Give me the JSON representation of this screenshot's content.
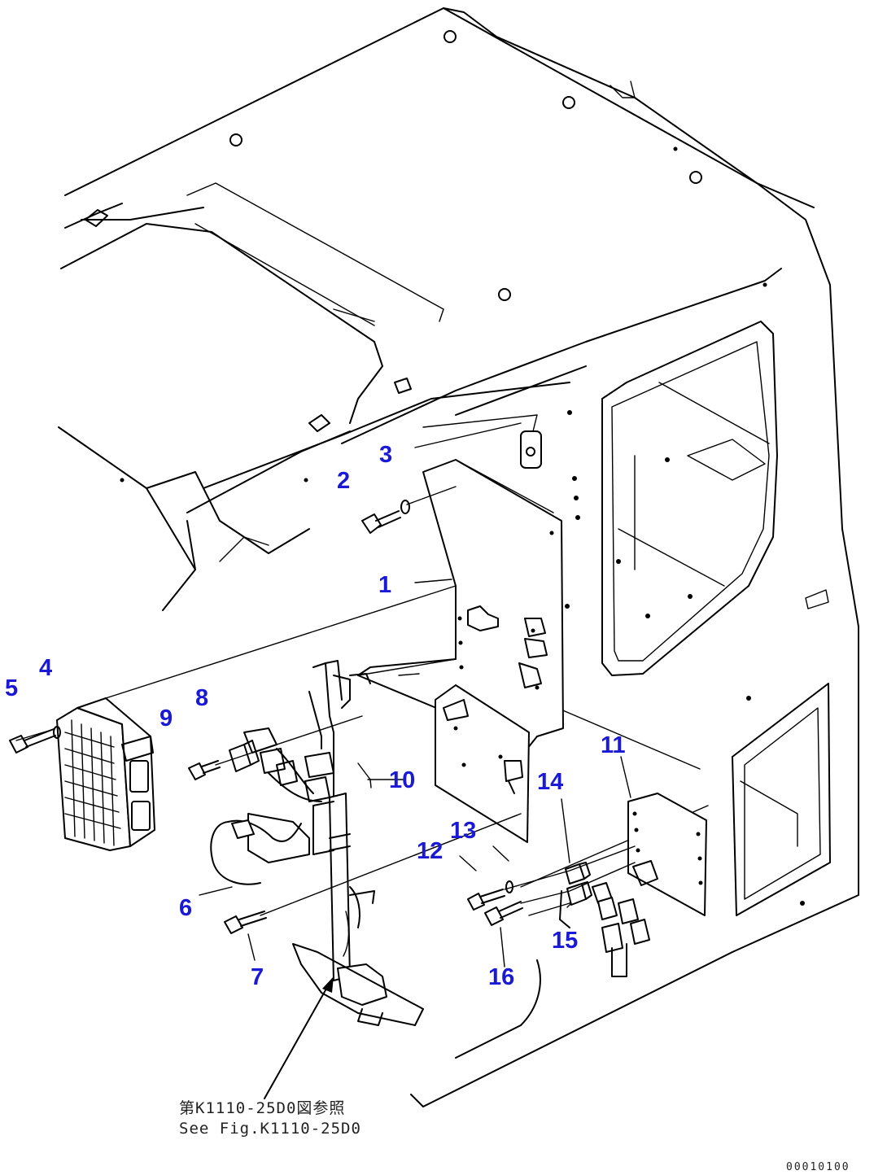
{
  "callouts": [
    {
      "id": "1",
      "label": "1"
    },
    {
      "id": "2",
      "label": "2"
    },
    {
      "id": "3",
      "label": "3"
    },
    {
      "id": "4",
      "label": "4"
    },
    {
      "id": "5",
      "label": "5"
    },
    {
      "id": "6",
      "label": "6"
    },
    {
      "id": "7",
      "label": "7"
    },
    {
      "id": "8",
      "label": "8"
    },
    {
      "id": "9",
      "label": "9"
    },
    {
      "id": "10",
      "label": "10"
    },
    {
      "id": "11",
      "label": "11"
    },
    {
      "id": "12",
      "label": "12"
    },
    {
      "id": "13",
      "label": "13"
    },
    {
      "id": "14",
      "label": "14"
    },
    {
      "id": "15",
      "label": "15"
    },
    {
      "id": "16",
      "label": "16"
    }
  ],
  "reference_note": {
    "line1": "第K1110-25D0図参照",
    "line2": "See Fig.K1110-25D0"
  },
  "document_code": "00010100",
  "colors": {
    "callout": "#1a1ad6",
    "line": "#000000",
    "background": "#ffffff"
  }
}
